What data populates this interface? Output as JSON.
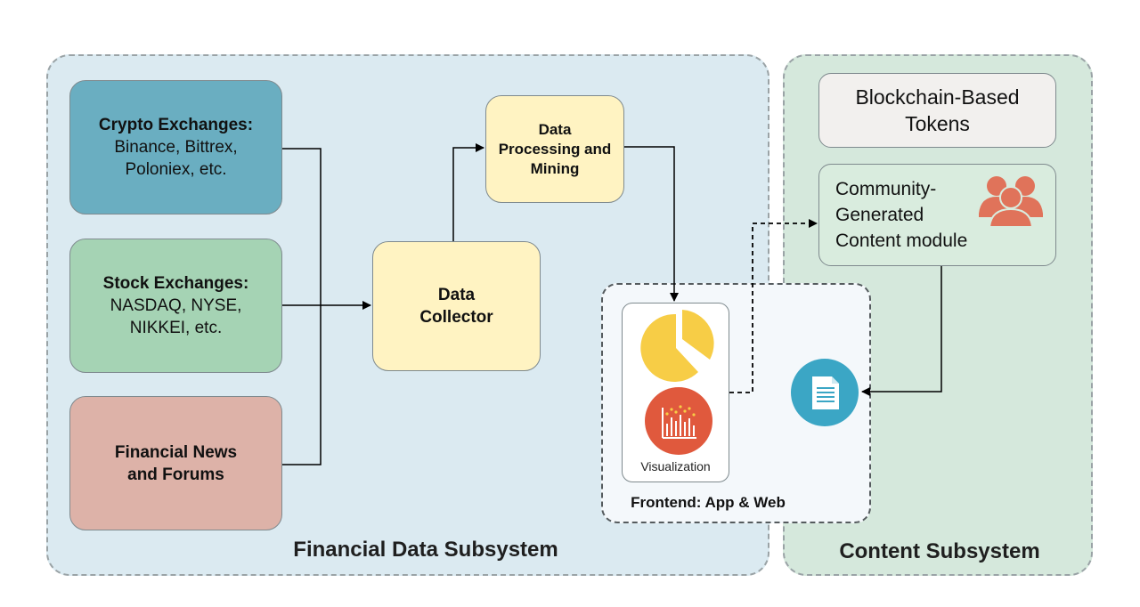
{
  "subsystems": {
    "financial": {
      "title": "Financial Data Subsystem"
    },
    "content": {
      "title": "Content Subsystem"
    }
  },
  "sources": {
    "crypto": {
      "title": "Crypto Exchanges:",
      "line1": "Binance, Bittrex,",
      "line2": "Poloniex, etc."
    },
    "stock": {
      "title": "Stock Exchanges:",
      "line1": "NASDAQ, NYSE,",
      "line2": "NIKKEI, etc."
    },
    "news": {
      "line1": "Financial News",
      "line2": "and Forums"
    }
  },
  "collector": {
    "line1": "Data",
    "line2": "Collector"
  },
  "processing": {
    "line1": "Data",
    "line2": "Processing and",
    "line3": "Mining"
  },
  "content": {
    "tokens": {
      "line1": "Blockchain-Based",
      "line2": "Tokens"
    },
    "community": {
      "line1": "Community-",
      "line2": "Generated",
      "line3": "Content module"
    }
  },
  "frontend": {
    "label": "Frontend: App & Web",
    "visualization_label": "Visualization"
  },
  "colors": {
    "financial_bg": "#dbeaf1",
    "content_bg": "#d5e8dc",
    "crypto": "#6aaec1",
    "stock": "#a5d3b4",
    "news": "#ddb2a8",
    "process": "#fff3c2",
    "pie": "#f7cd46",
    "chart_icon": "#e0593d",
    "doc_icon": "#3ba6c5",
    "people_icon": "#e0735a"
  }
}
